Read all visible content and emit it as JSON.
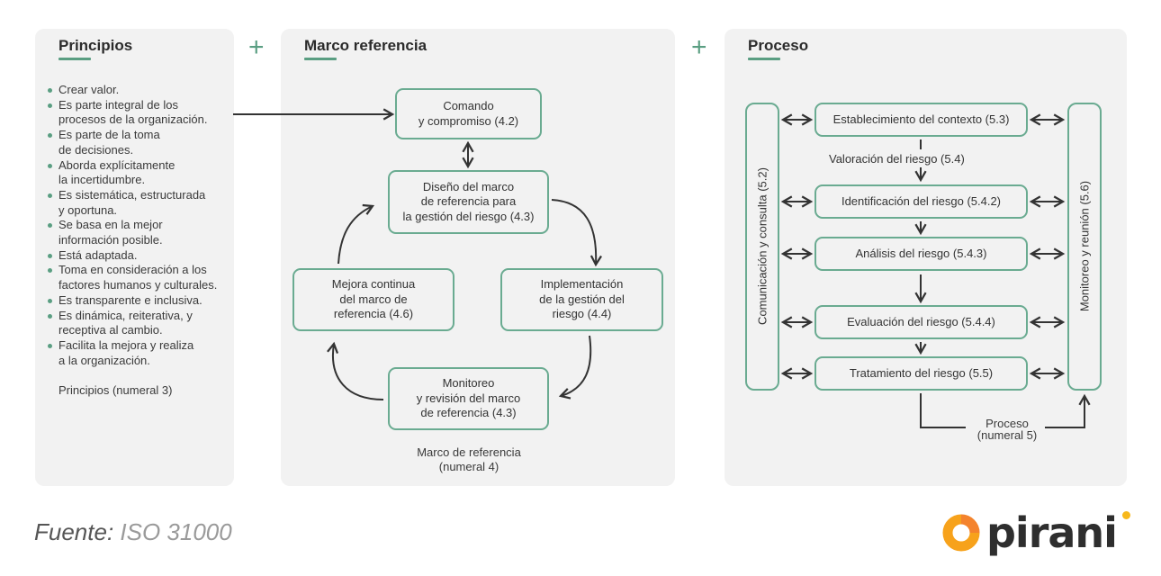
{
  "panels": {
    "principios": {
      "title": "Principios",
      "items": [
        "Crear valor.",
        "Es parte integral de los procesos de la organización.",
        "Es parte de la toma de decisiones.",
        "Aborda explícitamente la incertidumbre.",
        "Es sistemática, estructurada y oportuna.",
        "Se basa en la mejor información posible.",
        "Está adaptada.",
        "Toma en consideración a los factores humanos y culturales.",
        "Es transparente e inclusiva.",
        "Es dinámica, reiterativa, y receptiva al cambio.",
        "Facilita la mejora y realiza a la organización."
      ],
      "items_lines": [
        [
          "Crear valor."
        ],
        [
          "Es parte integral de los",
          "procesos de la organización."
        ],
        [
          "Es parte de la toma",
          "de decisiones."
        ],
        [
          "Aborda explícitamente",
          "la incertidumbre."
        ],
        [
          "Es sistemática, estructurada",
          "y oportuna."
        ],
        [
          "Se basa en la mejor",
          "información posible."
        ],
        [
          "Está adaptada."
        ],
        [
          "Toma en consideración a los",
          "factores humanos y culturales."
        ],
        [
          "Es transparente e inclusiva."
        ],
        [
          "Es dinámica, reiterativa, y",
          "receptiva al cambio."
        ],
        [
          "Facilita la mejora y realiza",
          "a la organización."
        ]
      ],
      "note": "Principios (numeral 3)"
    },
    "marco": {
      "title": "Marco referencia",
      "boxes": {
        "comando": [
          "Comando",
          "y compromiso (4.2)"
        ],
        "diseno": [
          "Diseño del marco",
          "de referencia para",
          "la gestión del riesgo (4.3)"
        ],
        "mejora": [
          "Mejora continua",
          "del marco de",
          "referencia (4.6)"
        ],
        "implementacion": [
          "Implementación",
          "de la gestión del",
          "riesgo (4.4)"
        ],
        "monitoreo": [
          "Monitoreo",
          "y revisión del marco",
          "de referencia (4.3)"
        ]
      },
      "note": [
        "Marco de referencia",
        "(numeral 4)"
      ]
    },
    "proceso": {
      "title": "Proceso",
      "left_bar": "Comunicación y consulta (5.2)",
      "right_bar": "Monitoreo y reunión (5.6)",
      "valoracion_label": "Valoración del riesgo (5.4)",
      "steps": [
        "Establecimiento del contexto (5.3)",
        "Identificación del riesgo (5.4.2)",
        "Análisis del riesgo (5.4.3)",
        "Evaluación del riesgo (5.4.4)",
        "Tratamiento del riesgo (5.5)"
      ],
      "note": [
        "Proceso",
        "(numeral 5)"
      ]
    }
  },
  "connectors": {
    "plus": "+"
  },
  "footer": {
    "label": "Fuente:",
    "source": "ISO 31000"
  },
  "logo": {
    "text": "pirani",
    "icon": "donut-ring-icon"
  },
  "colors": {
    "accent": "#5a9e82",
    "box_border": "#6aab91",
    "panel_bg": "#f2f2f2",
    "arrow": "#333333",
    "logo_orange": "#f7a21b",
    "logo_dot": "#f7b81b"
  }
}
